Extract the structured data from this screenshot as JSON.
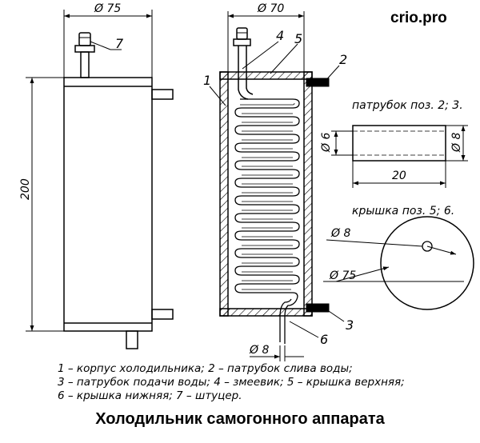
{
  "brand": "crio.pro",
  "dimensions": {
    "left_width": "Ø 75",
    "right_width": "Ø 70",
    "height": "200",
    "pipe_length": "20",
    "pipe_inner": "Ø 6",
    "pipe_outer": "Ø 8",
    "bottom_pipe": "Ø 8",
    "lid_hole": "Ø 8",
    "lid_diameter": "Ø 75"
  },
  "callouts": [
    "1",
    "2",
    "3",
    "4",
    "5",
    "6",
    "7"
  ],
  "captions": {
    "pipe_detail": "патрубок поз. 2; 3.",
    "lid_detail": "крышка поз. 5; 6."
  },
  "legend": [
    "1 – корпус холодильника; 2 – патрубок слива воды;",
    "3 – патрубок подачи воды; 4 – змеевик; 5 – крышка верхняя;",
    "6 – крышка нижняя; 7 – штуцер."
  ],
  "title": "Холодильник самогонного аппарата"
}
